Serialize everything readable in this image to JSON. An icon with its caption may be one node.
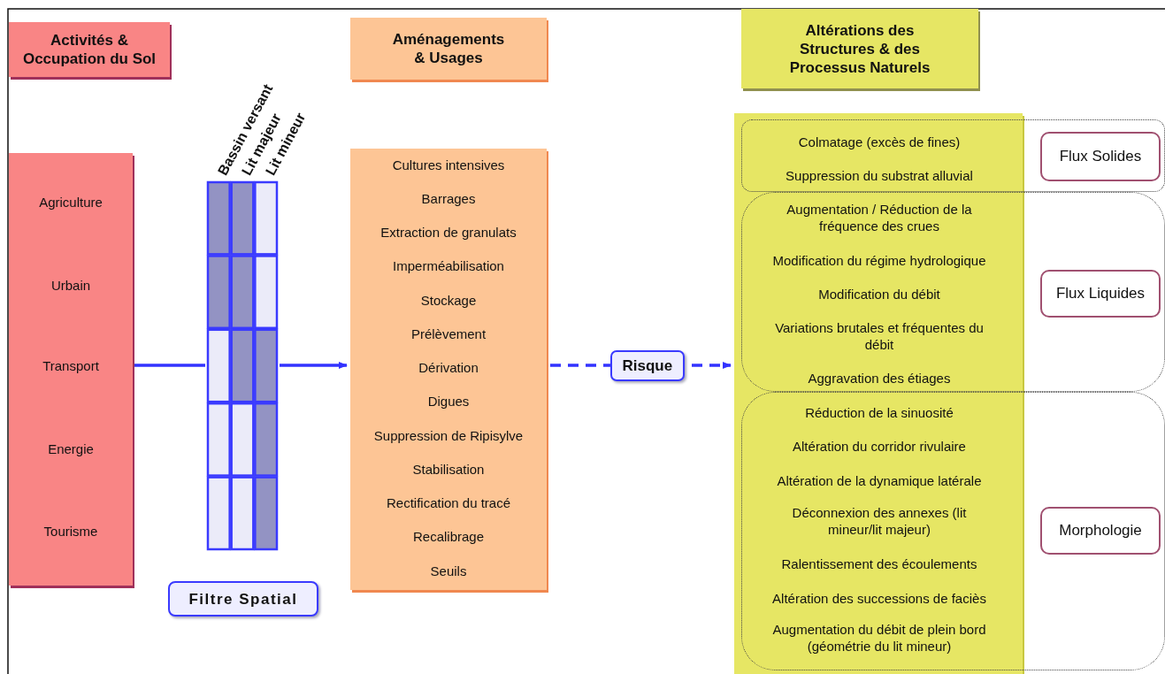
{
  "diagram": {
    "nodes": [
      {
        "text": [
          "Activités & Occupation du Sol"
        ]
      },
      {
        "text": [
          "Aménagements & Usages"
        ]
      },
      {
        "text": [
          "Altérations des Structures & des Processus Naturels"
        ]
      },
      {
        "text": [
          "Agriculture",
          "Urbain",
          "Transport",
          "Energie",
          "Tourisme"
        ]
      },
      {
        "text": [
          "Bassin versant",
          "Lit majeur",
          "Lit mineur"
        ]
      },
      {
        "text": [
          "Filtre Spatial"
        ]
      },
      {
        "text": [
          "Cultures intensives",
          "Barrages",
          "Extraction de granulats",
          "Imperméabilisation",
          "Stockage",
          "Prélèvement",
          "Dérivation",
          "Digues",
          "Suppression de Ripisylve",
          "Stabilisation",
          "Rectification du tracé",
          "Recalibrage",
          "Seuils"
        ]
      },
      {
        "text": [],
        "shape": "box"
      },
      {
        "text": [
          "Colmatage (excès de fines)",
          "Suppression du substrat alluvial"
        ]
      },
      {
        "text": [
          "Augmentation / Réduction de la fréquence des crues",
          "Modification du régime hydrologique",
          "Modification du débit",
          "Variations brutales et fréquentes du débit",
          "Aggravation des étiages"
        ]
      },
      {
        "text": [
          "Réduction de la sinuosité",
          "Altération du corridor rivulaire",
          "Altération de la dynamique latérale",
          "Déconnexion des annexes (lit mineur/lit majeur)",
          "Ralentissement des écoulements",
          "Altération des successions de faciès",
          "Augmentation du débit de plein bord (géométrie du lit mineur)"
        ]
      },
      {
        "text": [
          "Flux Solides"
        ],
        "in": 8
      },
      {
        "text": [
          "Flux Liquides"
        ],
        "in": 9
      },
      {
        "text": [
          "Morphologie"
        ],
        "in": 10
      }
    ],
    "edges": [
      {
        "from": 3,
        "to": 4,
        "arrow": "none"
      },
      {
        "from": 4,
        "to": 6,
        "arrow": "to"
      },
      {
        "from": 6,
        "to": 7,
        "arrow": "to",
        "label": "Risque",
        "style": "dashed"
      }
    ]
  }
}
